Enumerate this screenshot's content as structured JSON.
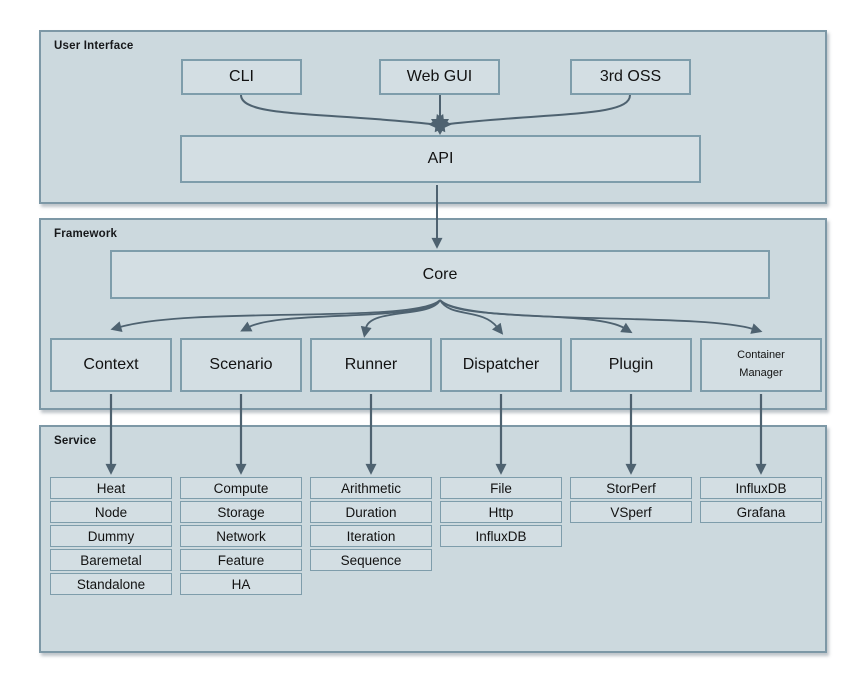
{
  "colors": {
    "section-bg": "#ccd9de",
    "section-border": "#7d98a6",
    "box-bg": "#d3dee3",
    "box-border": "#7e9dab",
    "arrow": "#4e6270",
    "text": "#111111",
    "title": "#16181a"
  },
  "sections": {
    "user_interface": {
      "title": "User Interface",
      "boxes": {
        "cli": "CLI",
        "web_gui": "Web GUI",
        "third_oss": "3rd OSS",
        "api": "API"
      }
    },
    "framework": {
      "title": "Framework",
      "core": "Core",
      "modules": [
        "Context",
        "Scenario",
        "Runner",
        "Dispatcher",
        "Plugin",
        "Container Manager"
      ]
    },
    "service": {
      "title": "Service",
      "columns": [
        [
          "Heat",
          "Node",
          "Dummy",
          "Baremetal",
          "Standalone"
        ],
        [
          "Compute",
          "Storage",
          "Network",
          "Feature",
          "HA"
        ],
        [
          "Arithmetic",
          "Duration",
          "Iteration",
          "Sequence"
        ],
        [
          "File",
          "Http",
          "InfluxDB"
        ],
        [
          "StorPerf",
          "VSperf"
        ],
        [
          "InfluxDB",
          "Grafana"
        ]
      ]
    }
  }
}
